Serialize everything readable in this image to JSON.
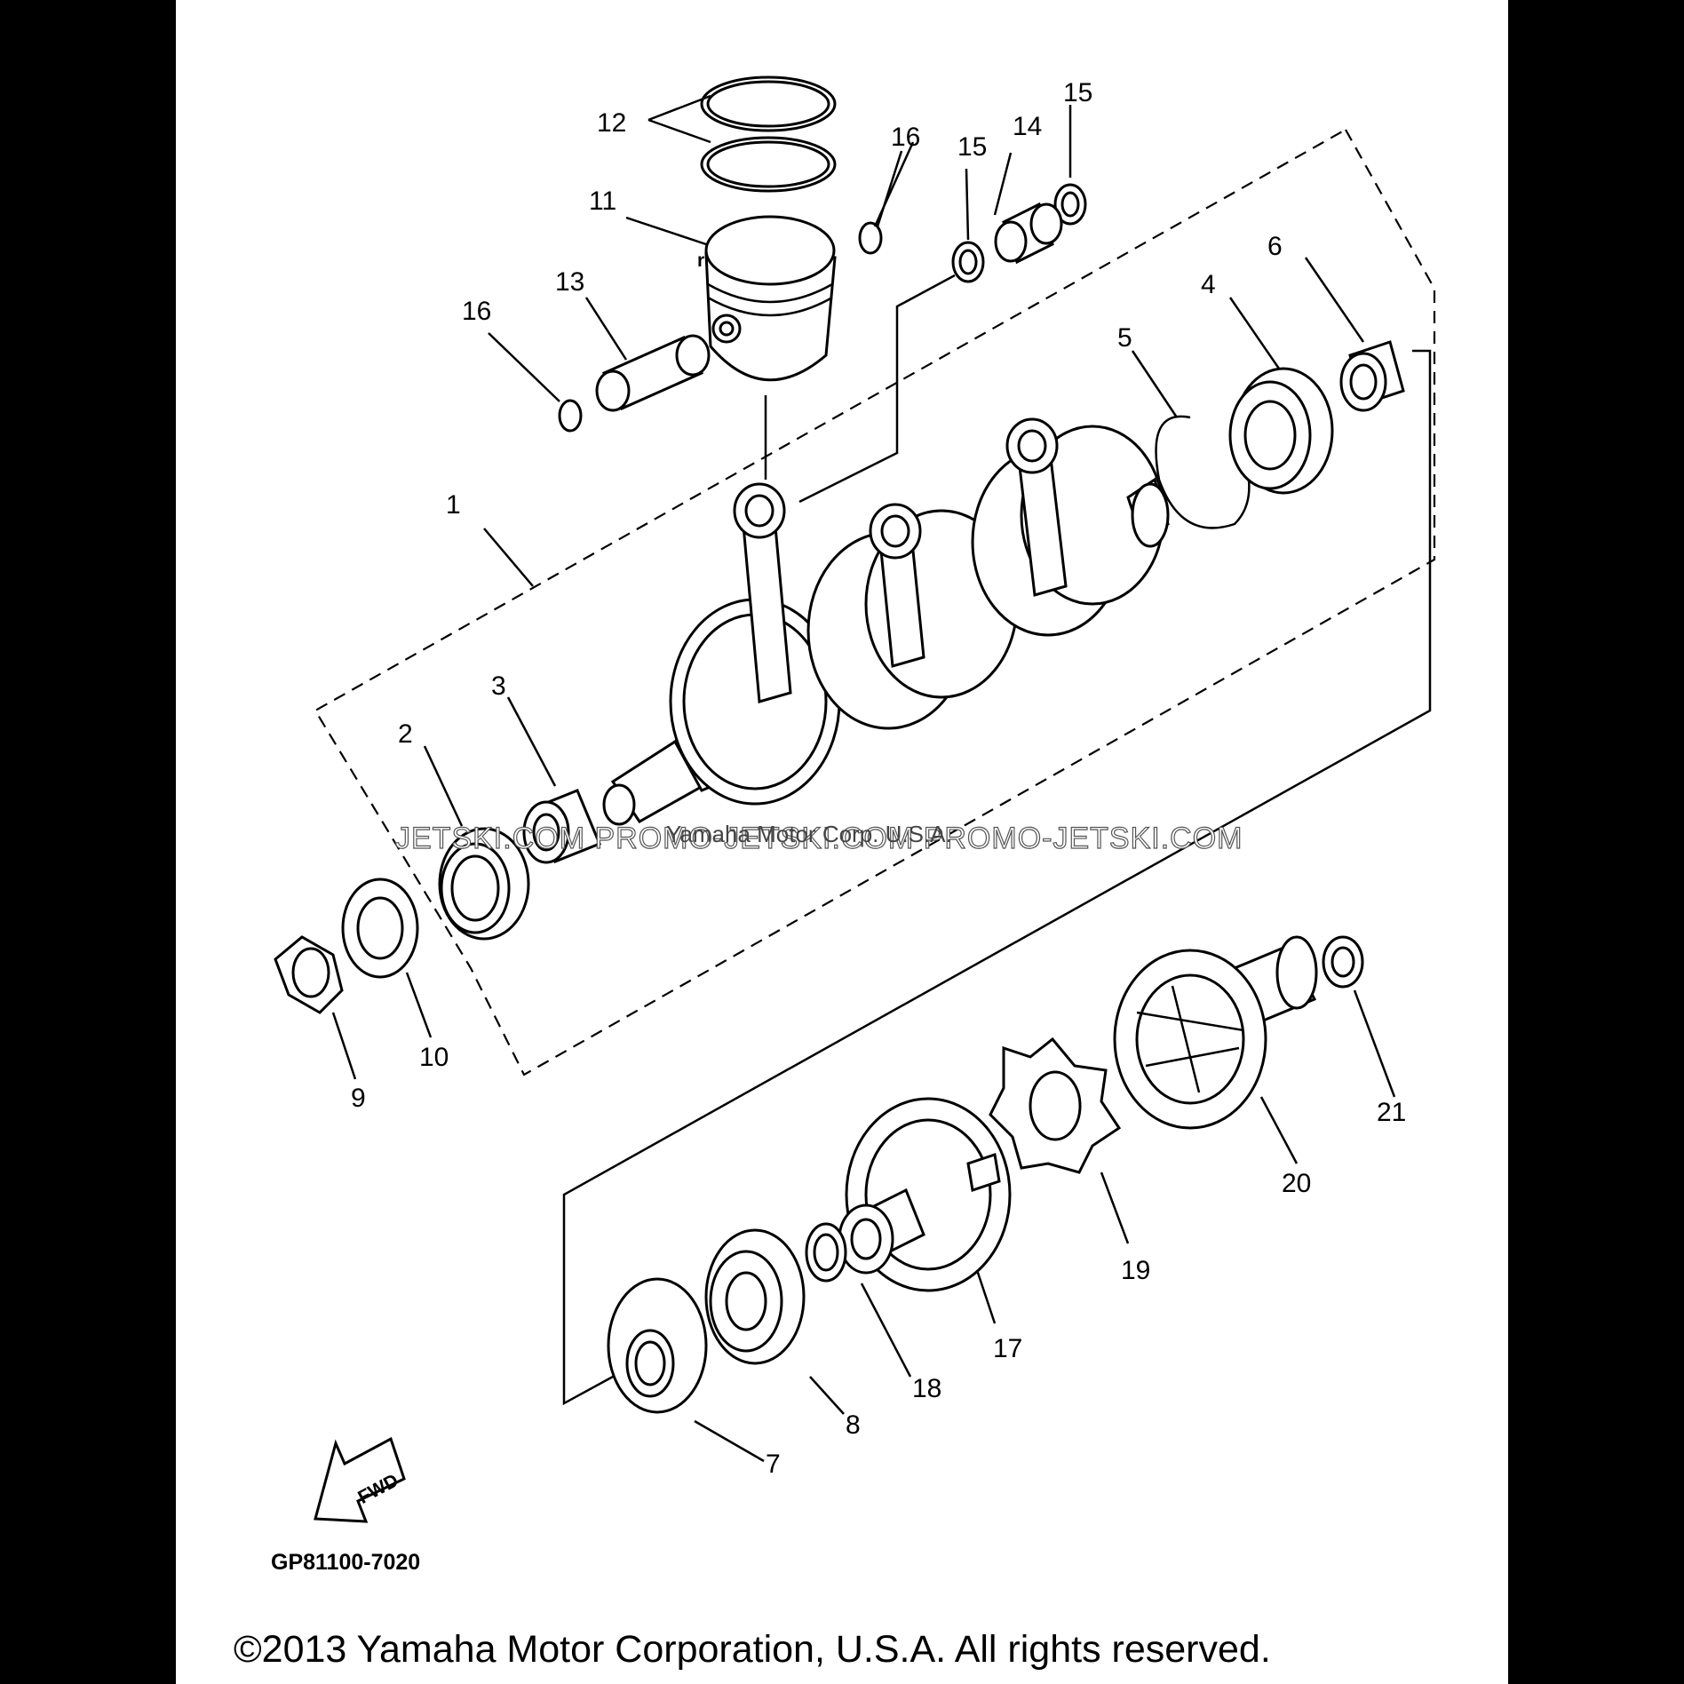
{
  "callouts": {
    "c1": "1",
    "c2": "2",
    "c3": "3",
    "c4": "4",
    "c5": "5",
    "c6": "6",
    "c7": "7",
    "c8": "8",
    "c9": "9",
    "c10": "10",
    "c11": "11",
    "c12": "12",
    "c13": "13",
    "c14": "14",
    "c15a": "15",
    "c15b": "15",
    "c16a": "16",
    "c16b": "16",
    "c17": "17",
    "c18": "18",
    "c19": "19",
    "c20": "20",
    "c21": "21"
  },
  "fwd_label": "FWD",
  "diagram_code": "GP81100-7020",
  "watermark": "JETSKI.COM PROMO-JETSKI.COM PROMO-JETSKI.COM",
  "watermark_sub": "Yamaha Motor Corp. U.S.A.",
  "copyright": "©2013 Yamaha Motor Corporation, U.S.A. All rights reserved."
}
